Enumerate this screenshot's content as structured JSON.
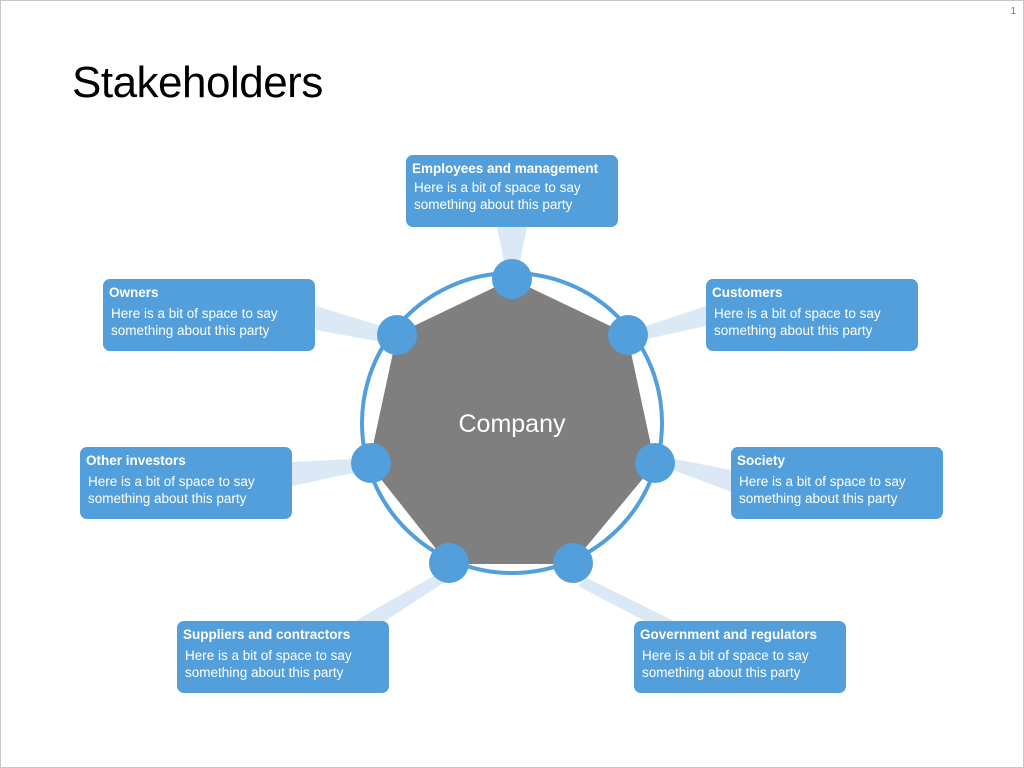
{
  "slide": {
    "page_number": "1",
    "title": "Stakeholders"
  },
  "colors": {
    "accent": "#529fdc",
    "hub": "#7f7f7f",
    "connector": "#dbe9f6"
  },
  "hub": {
    "label": "Company"
  },
  "stakeholders": [
    {
      "title": "Employees and management",
      "description": "Here is a bit of space to say something about this party"
    },
    {
      "title": "Customers",
      "description": "Here is a bit of space to say something about this party"
    },
    {
      "title": "Society",
      "description": "Here is a bit of space to say something about this party"
    },
    {
      "title": "Government and regulators",
      "description": "Here is a bit of space to say something about this party"
    },
    {
      "title": "Suppliers and contractors",
      "description": "Here is a bit of space to say something about this party"
    },
    {
      "title": "Other investors",
      "description": "Here is a bit of space to say something about this party"
    },
    {
      "title": "Owners",
      "description": "Here is a bit of space to say something about this party"
    }
  ]
}
